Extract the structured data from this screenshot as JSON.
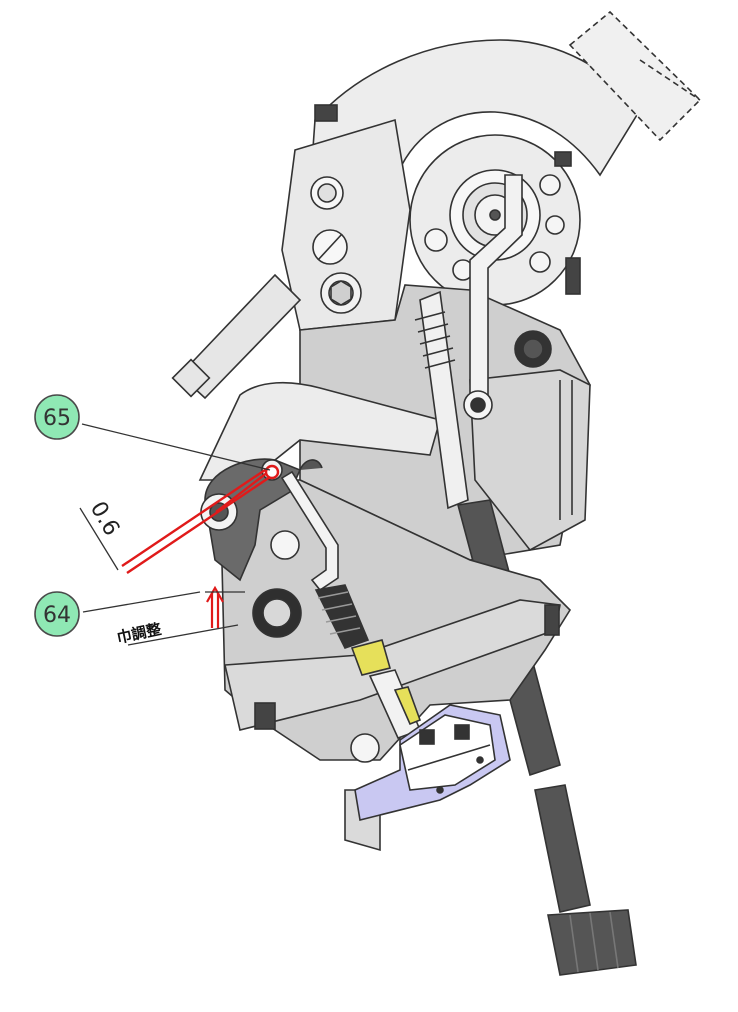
{
  "callouts": [
    {
      "number": "65"
    },
    {
      "number": "64"
    }
  ],
  "dimension": {
    "value": "0.6"
  },
  "annotation": {
    "text": "巾調整"
  },
  "colors": {
    "callout_fill": "#8fe8b4",
    "callout_stroke": "#4a4a4a",
    "highlight_red": "#e01a1a",
    "part_light": "#ededed",
    "part_mid": "#cfcfcf",
    "part_dark": "#555555",
    "handle": "#4a4a4a",
    "spacer_yellow": "#e6e05a",
    "valve_lilac": "#c9c8f2",
    "outline": "#333333"
  },
  "icons": [
    "green-callout-circle",
    "red-double-arrow"
  ]
}
